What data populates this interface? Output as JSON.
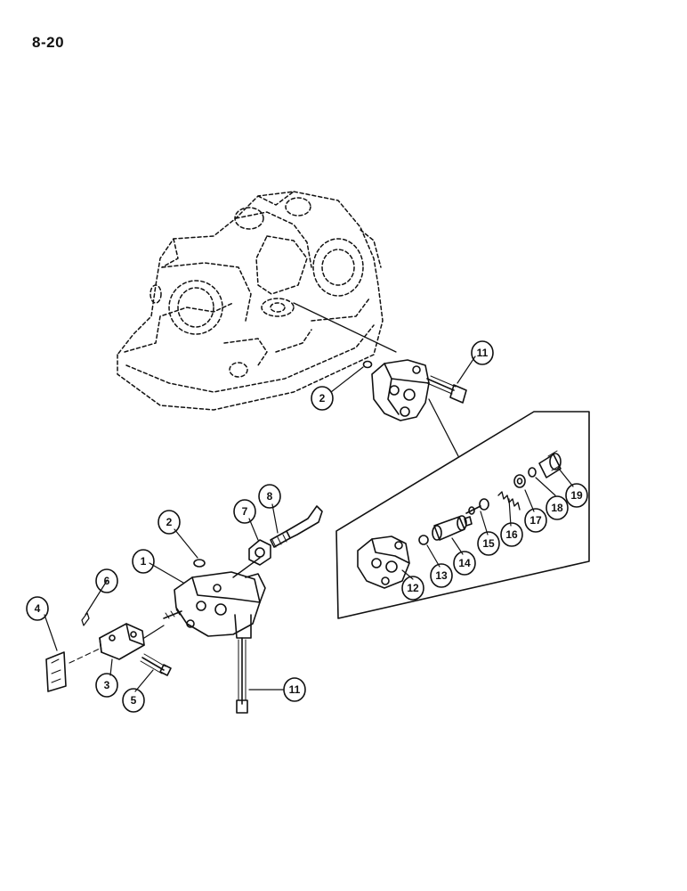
{
  "page_number": "8-20",
  "callouts": {
    "c1": "1",
    "c2a": "2",
    "c2b": "2",
    "c3": "3",
    "c4": "4",
    "c5": "5",
    "c6": "6",
    "c7": "7",
    "c8": "8",
    "c11a": "11",
    "c11b": "11",
    "c12": "12",
    "c13": "13",
    "c14": "14",
    "c15": "15",
    "c16": "16",
    "c17": "17",
    "c18": "18",
    "c19": "19"
  },
  "colors": {
    "ink": "#111111",
    "paper": "#ffffff"
  }
}
